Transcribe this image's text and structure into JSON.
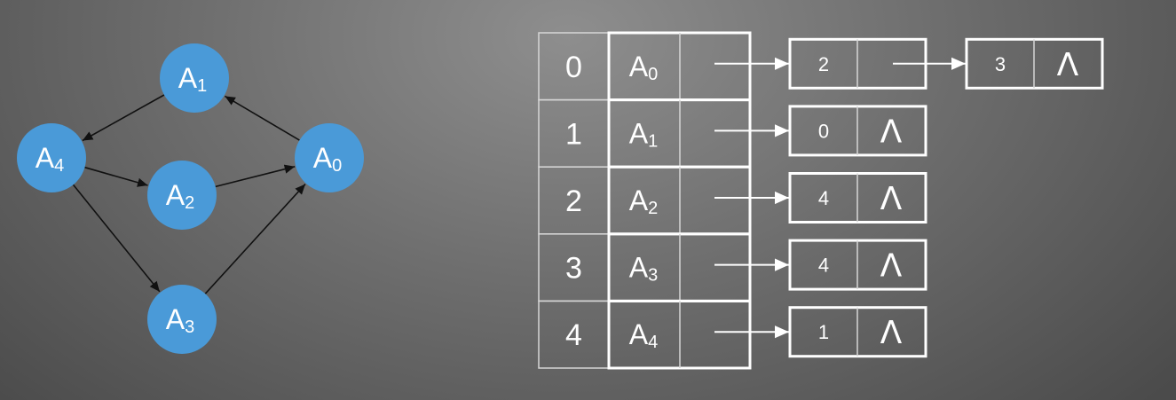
{
  "graph": {
    "nodes": [
      {
        "id": "A0",
        "letter": "A",
        "sub": "0"
      },
      {
        "id": "A1",
        "letter": "A",
        "sub": "1"
      },
      {
        "id": "A2",
        "letter": "A",
        "sub": "2"
      },
      {
        "id": "A3",
        "letter": "A",
        "sub": "3"
      },
      {
        "id": "A4",
        "letter": "A",
        "sub": "4"
      }
    ],
    "edges": [
      {
        "from": "A0",
        "to": "A1"
      },
      {
        "from": "A1",
        "to": "A4"
      },
      {
        "from": "A4",
        "to": "A2"
      },
      {
        "from": "A4",
        "to": "A3"
      },
      {
        "from": "A2",
        "to": "A0"
      },
      {
        "from": "A3",
        "to": "A0"
      }
    ]
  },
  "adjacency_list": {
    "rows": [
      {
        "index": "0",
        "vertex_letter": "A",
        "vertex_sub": "0",
        "neighbors": [
          "2",
          "3"
        ]
      },
      {
        "index": "1",
        "vertex_letter": "A",
        "vertex_sub": "1",
        "neighbors": [
          "0"
        ]
      },
      {
        "index": "2",
        "vertex_letter": "A",
        "vertex_sub": "2",
        "neighbors": [
          "4"
        ]
      },
      {
        "index": "3",
        "vertex_letter": "A",
        "vertex_sub": "3",
        "neighbors": [
          "4"
        ]
      },
      {
        "index": "4",
        "vertex_letter": "A",
        "vertex_sub": "4",
        "neighbors": [
          "1"
        ]
      }
    ],
    "null_symbol": "Λ"
  },
  "colors": {
    "node_fill": "#4a9ad8",
    "edge": "#111111",
    "table_line": "#ffffff"
  }
}
